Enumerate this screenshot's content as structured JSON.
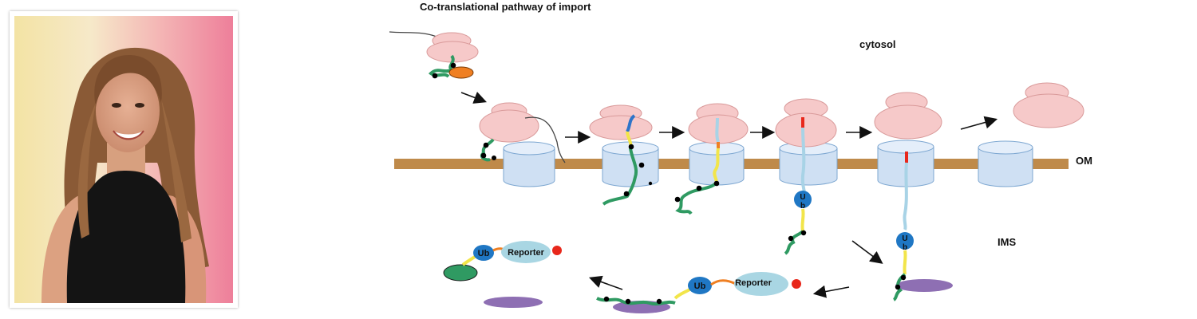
{
  "diagram": {
    "title": "Co-translational pathway of import",
    "labels": {
      "cytosol": "cytosol",
      "om": "OM",
      "ims": "IMS",
      "ub": "Ub",
      "ub_vertical_top": "U",
      "ub_vertical_bottom": "b",
      "reporter": "Reporter"
    },
    "colors": {
      "membrane": "#bf8a4a",
      "ribosome": "#f6c9c9",
      "channel": "#cfe0f3",
      "ub": "#1f77c4",
      "reporter": "#a9d6e3",
      "degron": "#e8271b",
      "chaperone": "#ef7f22",
      "proteasome": "#8e6fb3",
      "green_chain": "#2f9a62",
      "yellow_chain": "#f2e54a",
      "blue_chain": "#2d74c9",
      "lightblue_chain": "#a8d3e6"
    }
  },
  "photo": {
    "alt": "portrait"
  }
}
